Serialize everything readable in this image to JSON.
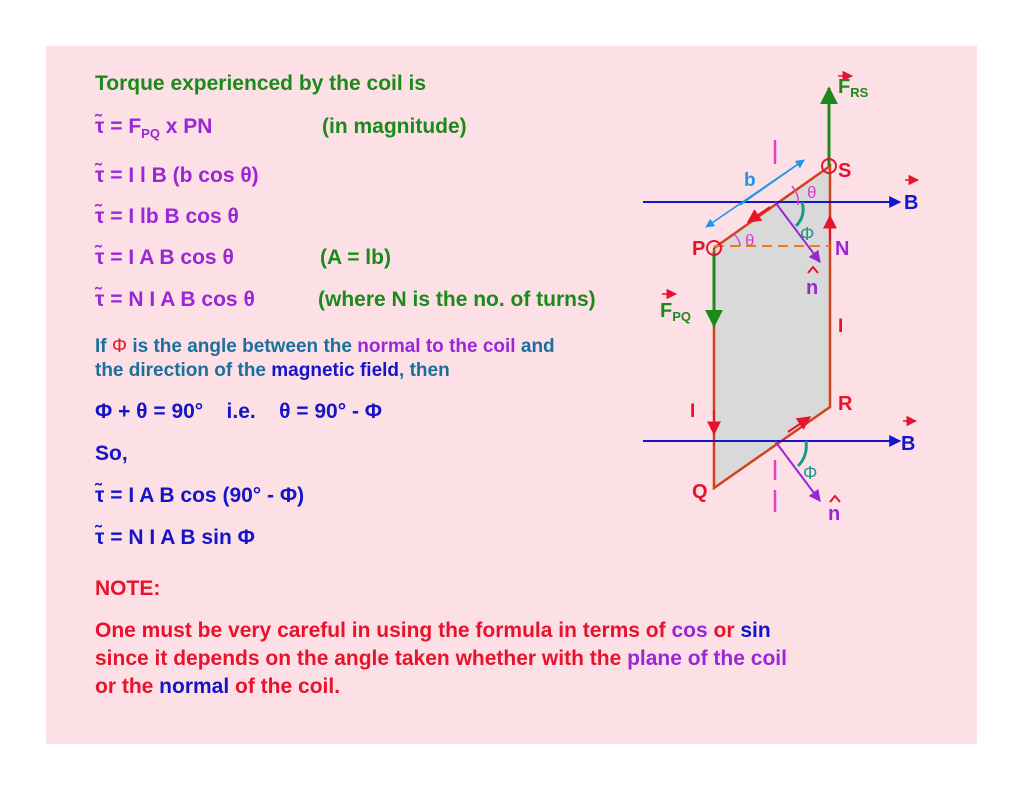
{
  "lines": {
    "l1": "Torque experienced by the coil is",
    "tau": "τ̃",
    "eq": "=",
    "l2_F": "F",
    "l2_sub": "PQ",
    "l2_rest": " x PN",
    "l2_note": "(in magnitude)",
    "l3": "= I l B (b cos θ)",
    "l4": "= I lb B cos θ",
    "l5": "= I A B cos θ",
    "l5_note": "(A = lb)",
    "l6": "= N I A B cos θ",
    "l6_note": "(where N is the no. of turns)",
    "p1_if": "If ",
    "p1_phi": "Φ",
    "p1_a": " is the angle between the ",
    "p1_normal": "normal to the coil",
    "p1_b": " and",
    "p2_a": "the direction of the ",
    "p2_field": "magnetic field",
    "p2_b": ", then",
    "l9": "Φ + θ = 90°    i.e.    θ = 90° - Φ",
    "l10": "So,",
    "l11": "= I A B cos (90° - Φ)",
    "l12": "= N I A B sin Φ",
    "note_title": "NOTE:",
    "n1_a": "One must be very careful in using the formula in terms of ",
    "n1_cos": "cos",
    "n1_or": " or ",
    "n1_sin": "sin",
    "n2_a": "since it depends on the angle taken whether with the ",
    "n2_plane": "plane of the coil",
    "n3_or": "or the ",
    "n3_normal": "normal",
    "n3_b": " of the coil."
  },
  "diagram": {
    "F": "F",
    "rs_sub": "RS",
    "pq_sub": "PQ",
    "S": "S",
    "P": "P",
    "N": "N",
    "R": "R",
    "Q": "Q",
    "B_top": "B",
    "B_bottom": "B",
    "b": "b",
    "theta1": "θ",
    "theta2": "θ",
    "phi1": "Φ",
    "phi2": "Φ",
    "n_top": "n",
    "n_bottom": "n",
    "I_right": "I",
    "I_left": "I"
  },
  "colors": {
    "background": "#fde0e6",
    "green": "#1b8a1b",
    "purple": "#9a27d6",
    "blue": "#1414c8",
    "teal": "#1a6f9c",
    "red": "#e8122c",
    "coil": "#d0421a"
  }
}
